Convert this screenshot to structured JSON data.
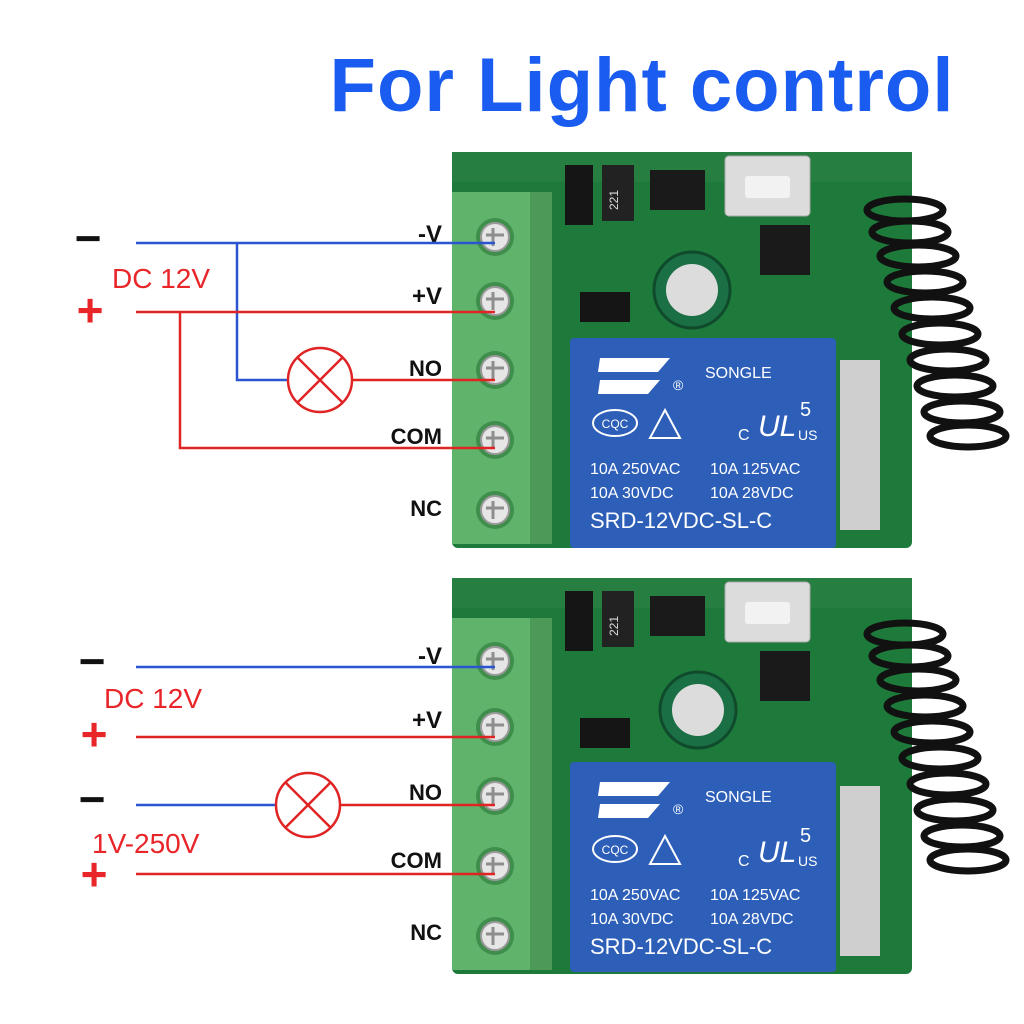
{
  "title": "For Light control",
  "colors": {
    "title": "#1a5cf0",
    "negative_wire": "#2b55d0",
    "positive_wire": "#e02424",
    "pcb": "#1e7a3a",
    "terminal_block": "#5fb36a",
    "relay": "#2d5fb8"
  },
  "terminals": [
    "-V",
    "+V",
    "NO",
    "COM",
    "NC"
  ],
  "relay": {
    "brand": "SONGLE",
    "cert": "CQC",
    "ul_class": "C",
    "ul_region": "US",
    "ul_number": "5",
    "rating_1a": "10A 250VAC",
    "rating_1b": "10A 125VAC",
    "rating_2a": "10A 30VDC",
    "rating_2b": "10A 28VDC",
    "model": "SRD-12VDC-SL-C"
  },
  "pcb": {
    "resistor_code": "221"
  },
  "diagram_top": {
    "supply_label": "DC 12V",
    "minus_sign": "−",
    "plus_sign": "+"
  },
  "diagram_bottom": {
    "supply_label": "DC 12V",
    "load_supply_label": "1V-250V",
    "minus_sign": "−",
    "plus_sign": "+"
  }
}
